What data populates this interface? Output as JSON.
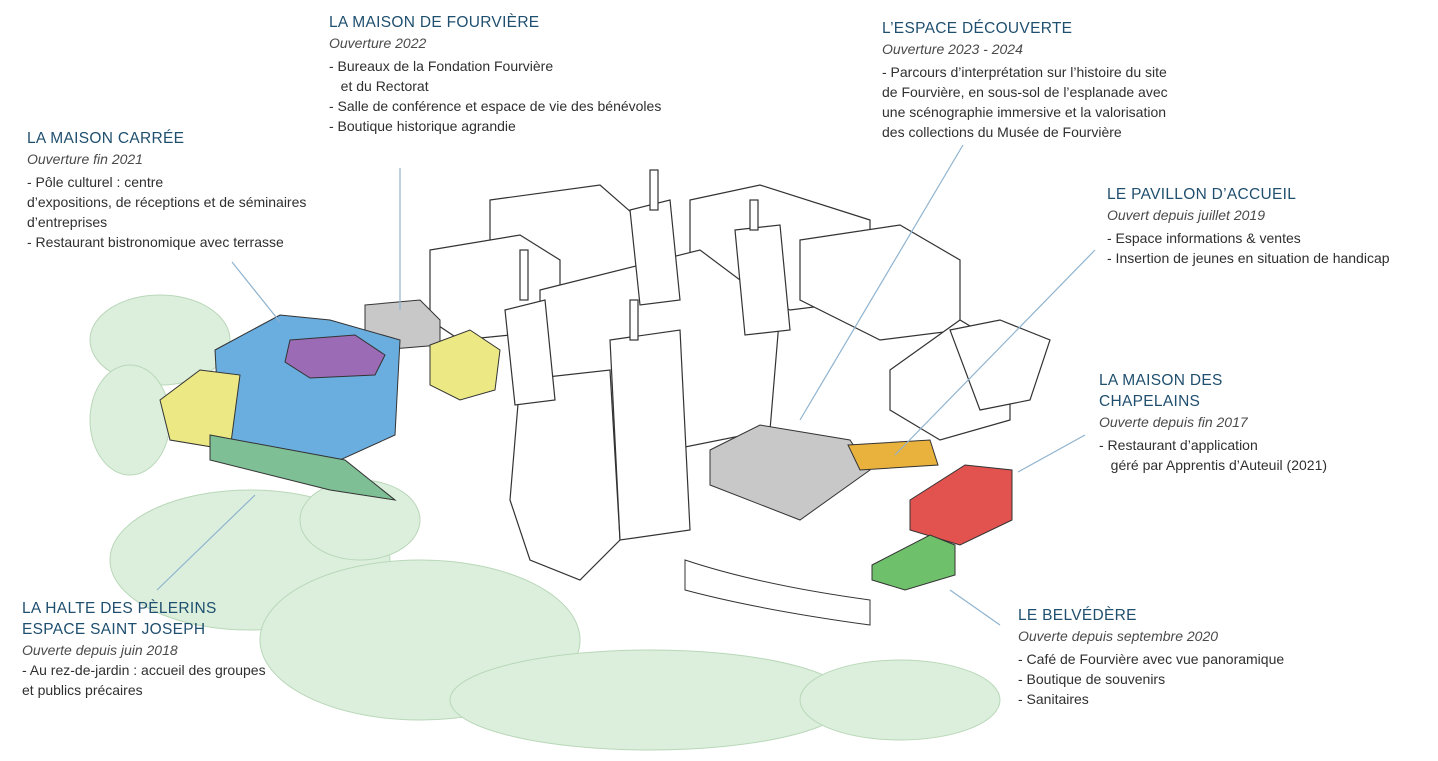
{
  "callouts": {
    "maison_fourviere": {
      "title": "LA MAISON DE FOURVIÈRE",
      "subtitle": "Ouverture 2022",
      "lines": [
        "- Bureaux de la Fondation Fourvière",
        "   et du Rectorat",
        "- Salle de conférence et espace de vie des bénévoles",
        "- Boutique historique agrandie"
      ]
    },
    "espace_decouverte": {
      "title": "L’ESPACE DÉCOUVERTE",
      "subtitle": "Ouverture 2023 - 2024",
      "lines": [
        "- Parcours d’interprétation sur l’histoire du site",
        "de Fourvière, en sous-sol de l’esplanade avec",
        "une scénographie immersive et la valorisation",
        "des collections du Musée de Fourvière"
      ]
    },
    "maison_carree": {
      "title": "LA MAISON CARRÉE",
      "subtitle": "Ouverture fin 2021",
      "lines": [
        "- Pôle culturel : centre",
        "d’expositions, de réceptions et de séminaires",
        "d’entreprises",
        "- Restaurant bistronomique avec terrasse"
      ]
    },
    "pavillon_accueil": {
      "title": "LE PAVILLON D’ACCUEIL",
      "subtitle": "Ouvert depuis juillet 2019",
      "lines": [
        "- Espace informations & ventes",
        "- Insertion de jeunes en situation de handicap"
      ]
    },
    "maison_chapelains": {
      "title_line1": "LA MAISON DES",
      "title_line2": "CHAPELAINS",
      "subtitle": "Ouverte depuis fin 2017",
      "lines": [
        "- Restaurant d’application",
        "   géré par Apprentis d’Auteuil (2021)"
      ]
    },
    "halte_pelerins": {
      "title_line1": "LA HALTE DES PÈLERINS",
      "title_line2": "ESPACE SAINT JOSEPH",
      "subtitle": "Ouverte depuis juin 2018",
      "lines": [
        "- Au rez-de-jardin : accueil des groupes",
        "et publics précaires"
      ]
    },
    "belvedere": {
      "title": "LE BELVÉDÈRE",
      "subtitle": "Ouverte depuis septembre 2020",
      "lines": [
        "- Café de Fourvière avec vue panoramique",
        "- Boutique de souvenirs",
        "- Sanitaires"
      ]
    }
  },
  "colors": {
    "title": "#1f4f6f",
    "blue": "#6aaee0",
    "yellow": "#ece985",
    "purple": "#9b6bb5",
    "grey": "#c8c8c8",
    "orange": "#e9b23c",
    "red": "#e2534f",
    "green": "#6fc06a",
    "teal": "#7fbf95",
    "leader": "#8fb3cf",
    "tree": "#cfe6cf"
  }
}
